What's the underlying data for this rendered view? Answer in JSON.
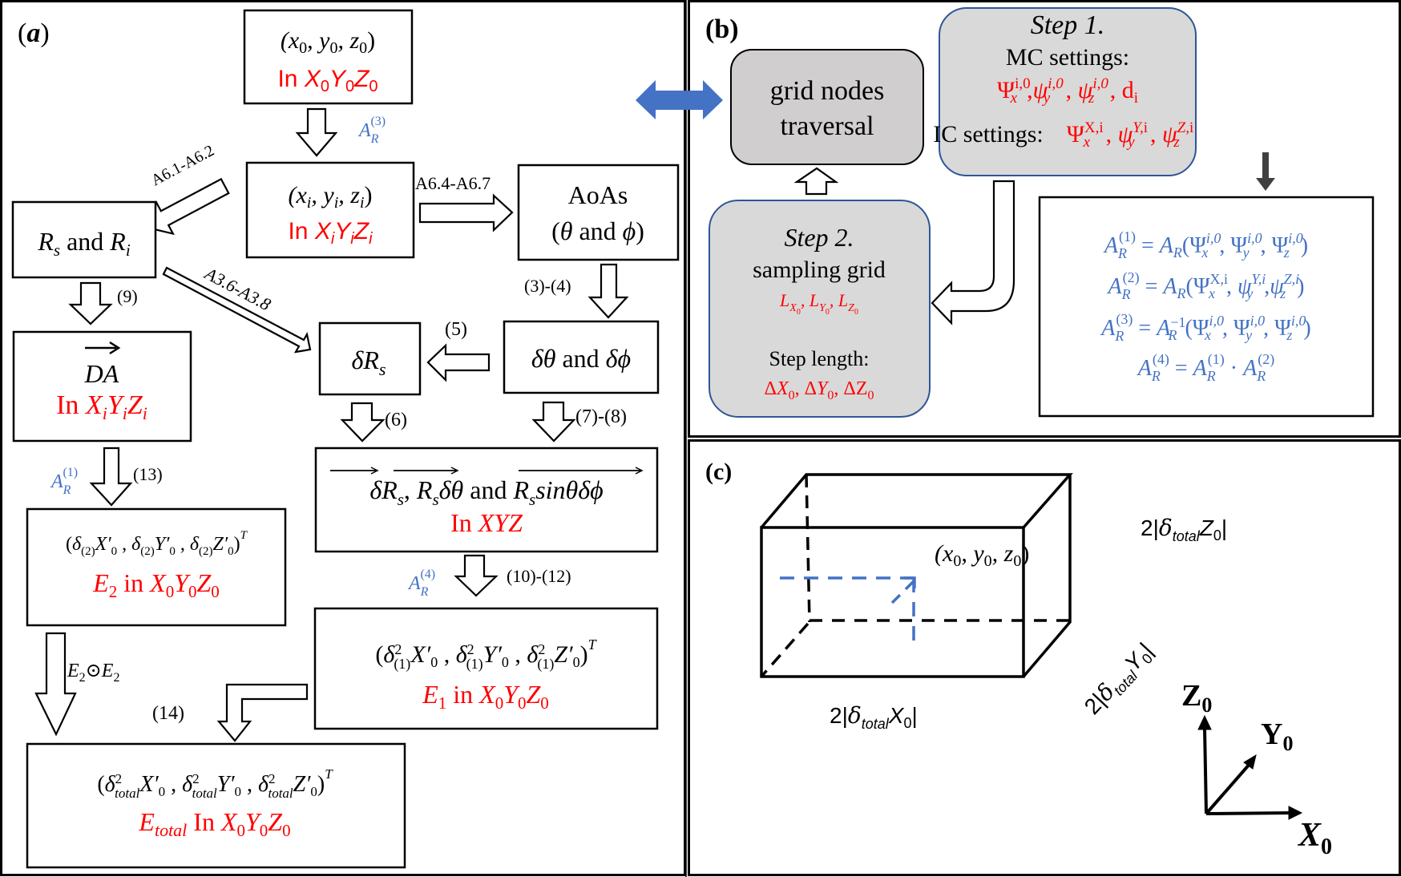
{
  "panel_a": {
    "label": "(a)",
    "box_x0": {
      "coord": "(x₀, y₀, z₀)",
      "frame": "In X₀Y₀Z₀"
    },
    "box_xi": {
      "coord": "(xᵢ, yᵢ, zᵢ)",
      "frame": "In XᵢYᵢZᵢ"
    },
    "box_rs_ri": {
      "text": "Rₛ and Rᵢ"
    },
    "box_aoas": {
      "line1": "AoAs",
      "line2": "(θ and ϕ)"
    },
    "box_da": {
      "vector": "DA",
      "frame": "In XᵢYᵢZᵢ"
    },
    "box_delta_rs": {
      "text": "δRₛ"
    },
    "box_delta_theta_phi": {
      "text": "δθ and δϕ"
    },
    "box_vectors": {
      "line1": "δRₛ, Rₛδθ and Rₛsinθδϕ",
      "frame": "In XYZ"
    },
    "box_e2": {
      "line1": "(δ₍₂₎X′₀ , δ₍₂₎Y′₀ , δ₍₂₎Z′₀)ᵀ",
      "line2": "E₂ in X₀Y₀Z₀"
    },
    "box_e1": {
      "line1": "(δ²₍₁₎X′₀ , δ²₍₁₎Y′₀ , δ²₍₁₎Z′₀)ᵀ",
      "line2": "E₁ in X₀Y₀Z₀"
    },
    "box_etotal": {
      "line1": "(δ²totalX′₀ , δ²totalY′₀ , δ²totalZ′₀)ᵀ",
      "line2_a": "Etotal",
      "line2_b": "In X₀Y₀Z₀"
    },
    "arrow_labels": {
      "ar3": "A_R^(3)",
      "a61": "A6.1-A6.2",
      "a64": "A6.4-A6.7",
      "a36": "A3.6-A3.8",
      "eq9": "(9)",
      "eq34": "(3)-(4)",
      "eq5": "(5)",
      "eq6": "(6)",
      "eq78": "(7)-(8)",
      "eq13": "(13)",
      "ar1": "A_R^(1)",
      "ar4": "A_R^(4)",
      "eq1012": "(10)-(12)",
      "e2e2": "E₂⊙E₂",
      "eq14": "(14)"
    }
  },
  "panel_b": {
    "label": "(b)",
    "grid_nodes": {
      "line1": "grid nodes",
      "line2": "traversal"
    },
    "step1": {
      "title": "Step 1.",
      "mc_label": "MC settings:",
      "mc_values": "Ψₓ^(i,0) ,ψᵧ^(i,0) , ψ_z^(i,0) , dᵢ",
      "ic_label": "IC settings:",
      "ic_values": "Ψₓ^(X,i) , ψᵧ^(Y,i) , ψ_z^(Z,i)"
    },
    "step2": {
      "title": "Step 2.",
      "line1": "sampling grid",
      "line2": "L_X₀ , L_Y₀ , L_Z₀",
      "line3": "Step length:",
      "line4": "ΔX₀, ΔY₀, ΔZ₀"
    },
    "equations": [
      "A_R^(1) =  A_R(Ψₓ^(i,0) , Ψᵧ^(i,0) , Ψ_z^(i,0))",
      "A_R^(2) = A_R(Ψₓ^(X,i) , ψᵧ^(Y,i) ,ψ_z^(Z,i))",
      "A_R^(3) = A_R^(−1)(Ψₓ^(i,0) , Ψᵧ^(i,0) , Ψ_z^(i,0))",
      "A_R^(4) = A_R^(1) · A_R^(2)"
    ]
  },
  "panel_c": {
    "label": "(c)",
    "point": "(x₀, y₀, z₀)",
    "dim_x": "2|δtotalX₀|",
    "dim_y": "2|δtotalY₀|",
    "dim_z": "2|δtotalZ₀|",
    "axes": {
      "z": "Z",
      "y": "Y",
      "x": "X",
      "sub": "0"
    }
  },
  "colors": {
    "red": "#ff0000",
    "blue": "#4472c4",
    "step_border": "#2f5597",
    "grey_box": "#d0cece",
    "step_fill": "#d9d9d9"
  }
}
